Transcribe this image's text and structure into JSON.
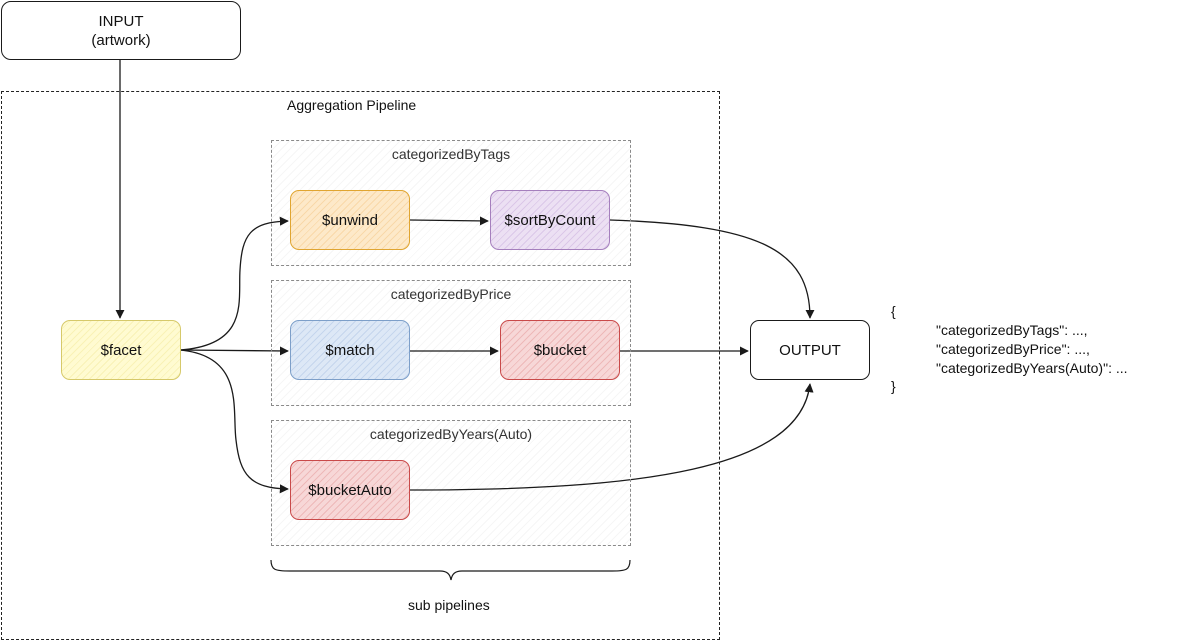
{
  "input_node": {
    "line1": "INPUT",
    "line2": "(artwork)"
  },
  "pipeline": {
    "title": "Aggregation Pipeline"
  },
  "facet_node": {
    "label": "$facet"
  },
  "groups": {
    "tags": {
      "title": "categorizedByTags"
    },
    "price": {
      "title": "categorizedByPrice"
    },
    "years": {
      "title": "categorizedByYears(Auto)"
    }
  },
  "stages": {
    "unwind": "$unwind",
    "sortByCount": "$sortByCount",
    "match": "$match",
    "bucket": "$bucket",
    "bucketAuto": "$bucketAuto"
  },
  "output_node": {
    "label": "OUTPUT"
  },
  "output_doc": {
    "open_brace": "{",
    "line1": "\"categorizedByTags\": ...,",
    "line2": "\"categorizedByPrice\": ...,",
    "line3": "\"categorizedByYears(Auto)\": ...",
    "close_brace": "}"
  },
  "sub_pipelines_label": "sub pipelines",
  "colors": {
    "facet": "#fffbd1",
    "unwind": "#fde9c9",
    "sortByCount": "#ece0f3",
    "match": "#dde8f6",
    "bucket": "#f7d7d7",
    "bucketAuto": "#f7d7d7",
    "stroke": "#1a1a1a"
  }
}
